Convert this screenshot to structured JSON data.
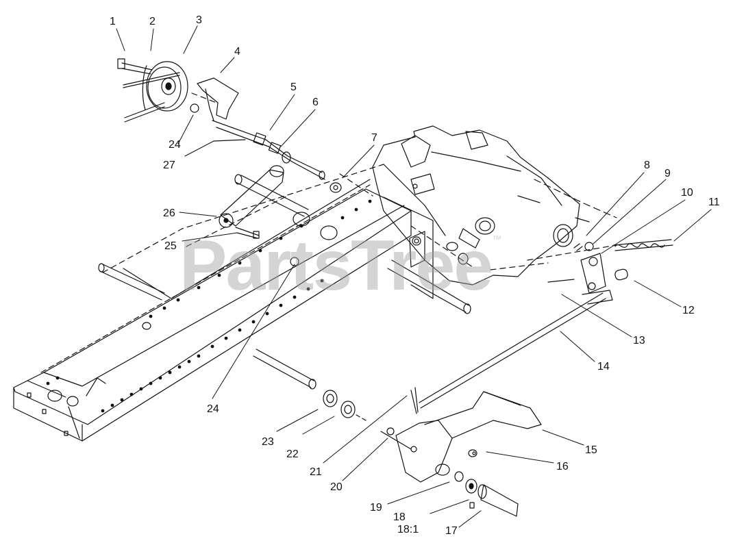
{
  "diagram": {
    "watermark": "PartsTree",
    "watermark_mark": "™",
    "callouts": [
      "1",
      "2",
      "3",
      "4",
      "5",
      "6",
      "7",
      "8",
      "9",
      "10",
      "11",
      "12",
      "13",
      "14",
      "15",
      "16",
      "17",
      "18",
      "18:1",
      "19",
      "20",
      "21",
      "22",
      "23",
      "24",
      "24",
      "25",
      "26",
      "27"
    ]
  }
}
